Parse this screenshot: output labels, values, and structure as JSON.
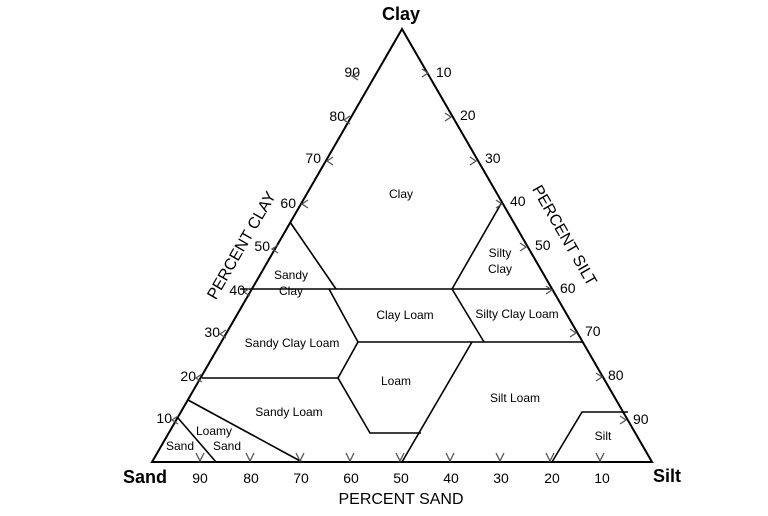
{
  "diagram": {
    "corners": {
      "top": "Clay",
      "left": "Sand",
      "right": "Silt"
    },
    "axis_titles": {
      "clay": "PERCENT CLAY",
      "silt": "PERCENT SILT",
      "sand": "PERCENT SAND"
    },
    "ticks": {
      "clay": [
        "10",
        "20",
        "30",
        "40",
        "50",
        "60",
        "70",
        "80",
        "90"
      ],
      "silt": [
        "10",
        "20",
        "30",
        "40",
        "50",
        "60",
        "70",
        "80",
        "90"
      ],
      "sand": [
        "10",
        "20",
        "30",
        "40",
        "50",
        "60",
        "70",
        "80",
        "90"
      ]
    },
    "regions": {
      "clay": [
        "Clay"
      ],
      "sandy_clay": [
        "Sandy",
        "Clay"
      ],
      "silty_clay": [
        "Silty",
        "Clay"
      ],
      "clay_loam": [
        "Clay Loam"
      ],
      "silty_clay_loam": [
        "Silty Clay Loam"
      ],
      "sandy_clay_loam": [
        "Sandy Clay Loam"
      ],
      "loam": [
        "Loam"
      ],
      "silt_loam": [
        "Silt Loam"
      ],
      "sandy_loam": [
        "Sandy Loam"
      ],
      "loamy_sand": [
        "Loamy",
        "Sand"
      ],
      "sand": [
        "Sand"
      ],
      "silt": [
        "Silt"
      ]
    }
  }
}
